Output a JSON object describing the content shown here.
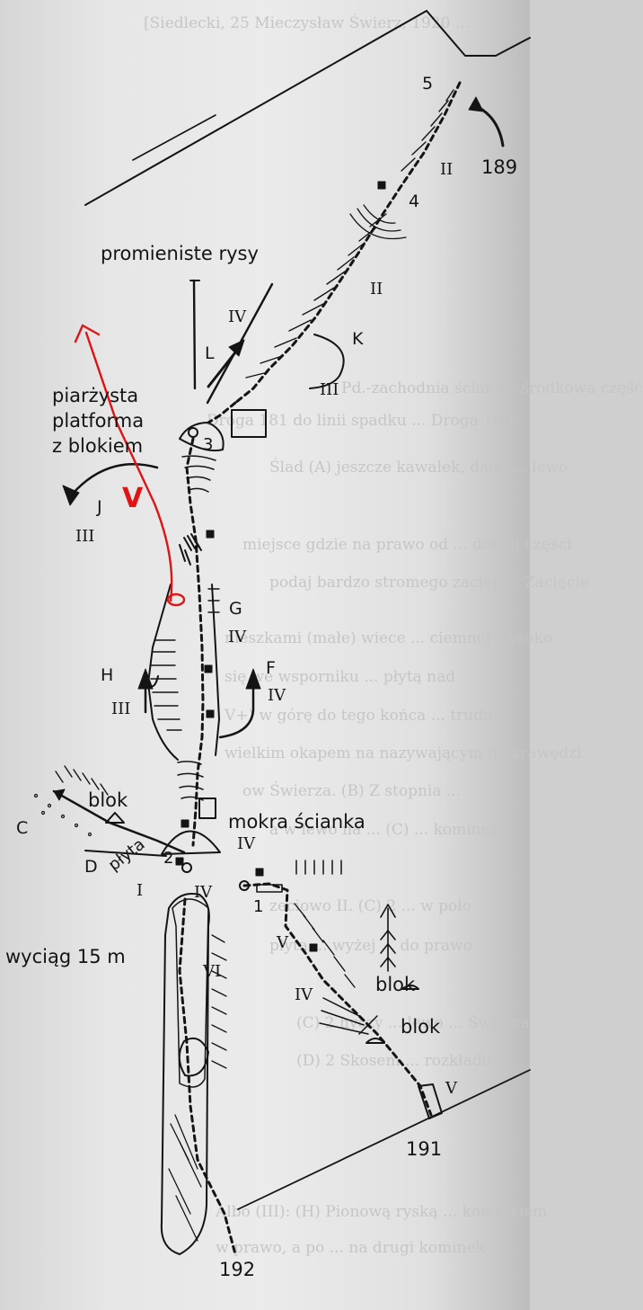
{
  "diagram": {
    "labels": {
      "route_189": "189",
      "route_191": "191",
      "route_192": "192",
      "belay_5": "5",
      "belay_4": "4",
      "belay_3": "3",
      "belay_2": "2",
      "belay_1": "1",
      "radial_cracks": "promieniste rysy",
      "platform_line1": "piarżysta",
      "platform_line2": "platforma",
      "platform_line3": "z blokiem",
      "wet_wall": "mokra ścianka",
      "pitch_length": "wyciąg 15 m",
      "slab": "płyta",
      "block_upper_left": "blok",
      "block_lower_1": "blok",
      "block_lower_2": "blok",
      "variant_L": "L",
      "variant_K": "K",
      "variant_J": "J",
      "variant_H": "H",
      "variant_G": "G",
      "variant_F": "F",
      "variant_C": "C",
      "variant_D": "D",
      "red_grade": "V"
    },
    "grades": [
      {
        "id": "g-upper-ii-1",
        "text": "II"
      },
      {
        "id": "g-upper-ii-2",
        "text": "II"
      },
      {
        "id": "g-iii-k",
        "text": "III"
      },
      {
        "id": "g-iv-l",
        "text": "IV"
      },
      {
        "id": "g-iii-j",
        "text": "III"
      },
      {
        "id": "g-iv-g",
        "text": "IV"
      },
      {
        "id": "g-iii-h",
        "text": "III"
      },
      {
        "id": "g-iv-f",
        "text": "IV"
      },
      {
        "id": "g-iv-wet",
        "text": "IV"
      },
      {
        "id": "g-i-left",
        "text": "I"
      },
      {
        "id": "g-iv-mid",
        "text": "IV"
      },
      {
        "id": "g-vi",
        "text": "VI"
      },
      {
        "id": "g-v-right",
        "text": "V"
      },
      {
        "id": "g-iv-right",
        "text": "IV"
      },
      {
        "id": "g-v-bottom",
        "text": "V"
      }
    ],
    "colors": {
      "ink": "#141414",
      "annotation": "#e01414",
      "paper": "#e4e4e4"
    }
  },
  "bleed_text": [
    "[Siedlecki, 25 Mieczysław Świerz, 1920 ...",
    "Pd.-zachodnia ściana – środkowa część",
    "Droga 181 do linii spadku ... Droga 190",
    "Ślad (A) jeszcze kawałek, dalej ... lewo",
    "miejsce gdzie na prawo od ... dolnej części",
    "podaj bardzo stromego zacięcia. Zacięcie",
    "nieszkami (małe) wiece ... ciemnej wysoko",
    "się we wsporniku ... płytą nad",
    "V+) w górę do tego końca ... trudny",
    "wielkim okapem na nazywającym na krawędzi",
    "ow Świerza. (B) Z stopnia ...",
    "a w lewo na ... (C) ... kominek",
    "zeciowo II. (C) 2 ... w poło",
    "płyta ... wyżej ... do prawo",
    "(C) 2 hyczy ... lewo ... Świerza",
    "(D) 2 Skosem ... rozkładu",
    "Albo (III): (H) Pionową ryską ... kominkiem",
    "w prawo, a po ... na drugi kominek"
  ]
}
